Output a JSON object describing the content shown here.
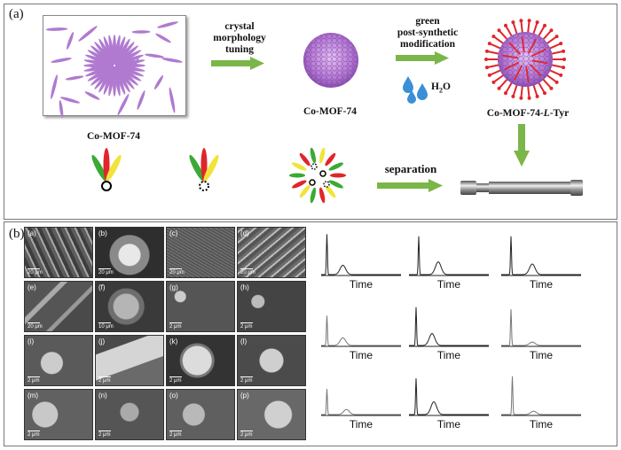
{
  "panel_a": {
    "tag": "(a)",
    "co_mof_left": "Co-MOF-74",
    "arrow1": [
      "crystal",
      "morphology",
      "tuning"
    ],
    "co_mof_mid": "Co-MOF-74",
    "arrow2": [
      "green",
      "post-synthetic",
      "modification"
    ],
    "water": "H",
    "water_sub": "2",
    "water_end": "O",
    "co_mof_right_pre": "Co-MOF-74-",
    "co_mof_right_it": "L",
    "co_mof_right_post": "-Tyr",
    "separation": "separation"
  },
  "panel_b": {
    "tag": "(b)",
    "sem_labels": [
      "(a)",
      "(b)",
      "(c)",
      "(d)",
      "(e)",
      "(f)",
      "(g)",
      "(h)",
      "(i)",
      "(j)",
      "(k)",
      "(l)",
      "(m)",
      "(n)",
      "(o)",
      "(p)"
    ],
    "sem_scales": [
      "20 μm",
      "20 μm",
      "20 μm",
      "20 μm",
      "20 μm",
      "10 μm",
      "2 μm",
      "2 μm",
      "2 μm",
      "2 μm",
      "2 μm",
      "2 μm",
      "2 μm",
      "2 μm",
      "2 μm",
      "2 μm"
    ],
    "time_label": "Time"
  },
  "colors": {
    "purple": "#b07ad0",
    "green": "#7ab648",
    "red": "#e0262b",
    "yellow": "#f2e33a",
    "leaf_green": "#3aaa35"
  }
}
